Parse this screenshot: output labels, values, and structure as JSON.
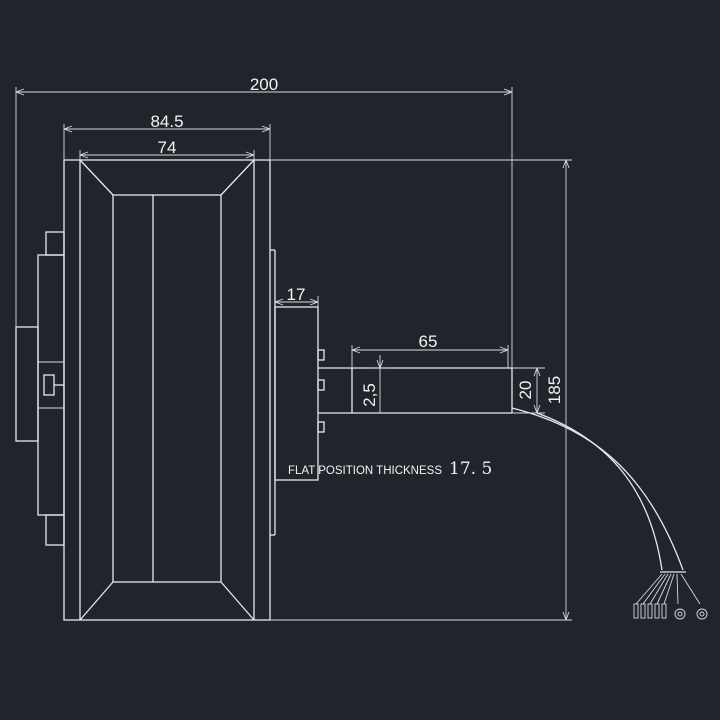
{
  "dimensions": {
    "overall_width": "200",
    "body_width": "84.5",
    "inner_width": "74",
    "flange": "17",
    "shaft_length": "65",
    "shaft_flat": "2,5",
    "shaft_diameter": "20",
    "overall_height": "185"
  },
  "note": {
    "label": "FLAT POSITION THICKNESS",
    "value": "17. 5"
  },
  "colors": {
    "background": "#1f252b",
    "lines": "#e6e8ea"
  }
}
